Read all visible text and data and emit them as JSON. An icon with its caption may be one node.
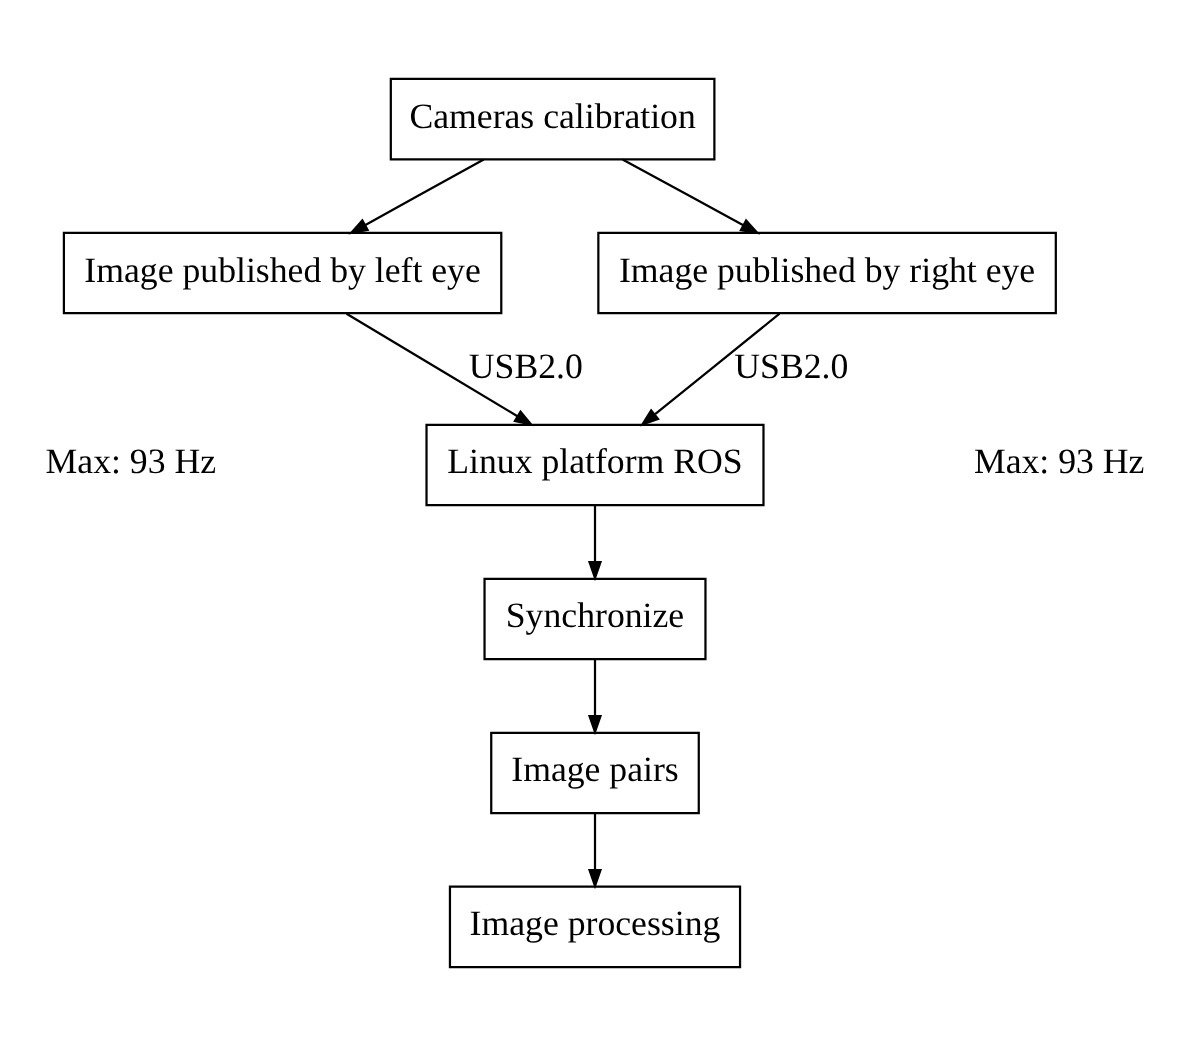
{
  "diagram": {
    "nodes": [
      {
        "text": [
          "Cameras calibration"
        ]
      },
      {
        "text": [
          "Image published by left eye"
        ]
      },
      {
        "text": [
          "Image published by right eye"
        ]
      },
      {
        "text": [
          "Linux platform ROS"
        ]
      },
      {
        "text": [
          "Synchronize"
        ]
      },
      {
        "text": [
          "Image pairs"
        ]
      },
      {
        "text": [
          "Image processing"
        ]
      }
    ],
    "edges": [
      {
        "from": 0,
        "to": 1,
        "arrow": "to"
      },
      {
        "from": 0,
        "to": 2,
        "arrow": "to"
      },
      {
        "from": 1,
        "to": 3,
        "arrow": "to",
        "label": "USB2.0"
      },
      {
        "from": 2,
        "to": 3,
        "arrow": "to",
        "label": "USB2.0"
      },
      {
        "from": 3,
        "to": 4,
        "arrow": "to"
      },
      {
        "from": 4,
        "to": 5,
        "arrow": "to"
      },
      {
        "from": 5,
        "to": 6,
        "arrow": "to"
      }
    ],
    "labels": [
      "Max: 93 Hz",
      "Max: 93 Hz"
    ]
  }
}
